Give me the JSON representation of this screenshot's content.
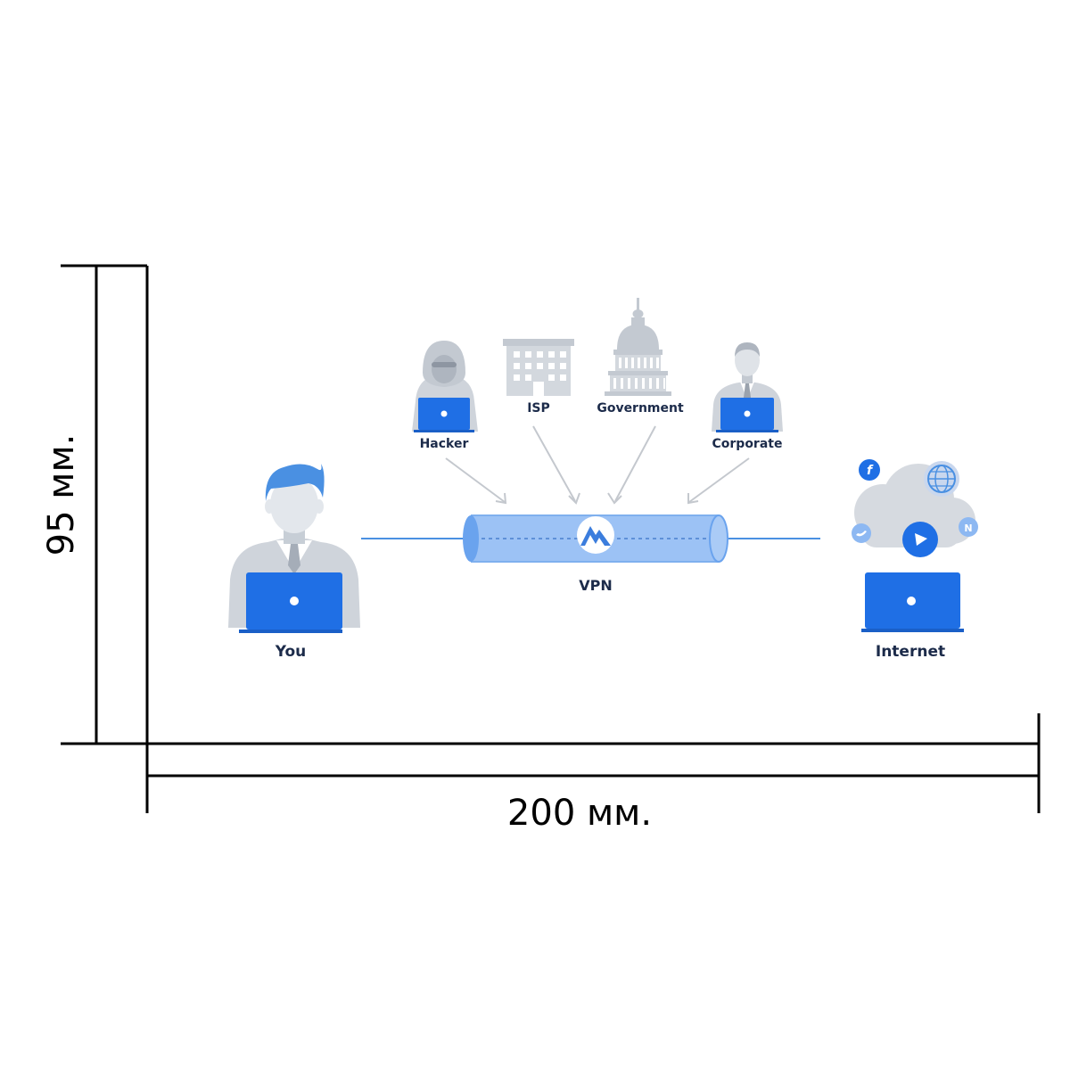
{
  "dimensions": {
    "height_label": "95 мм.",
    "width_label": "200 мм."
  },
  "actors": {
    "hacker": "Hacker",
    "isp": "ISP",
    "government": "Government",
    "corporate": "Corporate",
    "you": "You",
    "vpn": "VPN",
    "internet": "Internet"
  },
  "colors": {
    "accent": "#1f6fe5",
    "tunnel": "#9cc2f5",
    "tunnel_line": "#4a90e2",
    "gray": "#cfd4db",
    "gray_dark": "#b4bac3",
    "label": "#1c2b4a"
  },
  "icons": {
    "social": [
      "facebook-icon",
      "globe-icon",
      "twitter-icon",
      "play-icon",
      "netflix-icon"
    ],
    "vpn_logo": "mountain-logo-icon"
  }
}
